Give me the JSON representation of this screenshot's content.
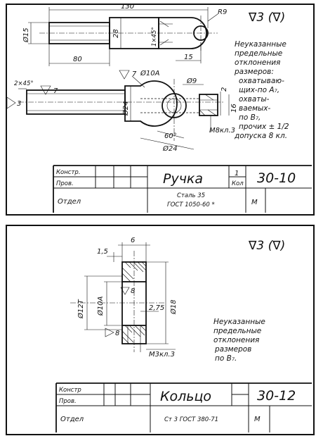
{
  "sheet1": {
    "roughness": "∇3 (∇)",
    "dims": {
      "len130": "130",
      "r9": "R9",
      "d15": "Ø15",
      "w28": "28",
      "chamfer1": "1×45°",
      "len80": "80",
      "len15": "15",
      "d10a": "Ø10А",
      "sym7a": "7",
      "chamfer2": "2×45°",
      "rough3": "3",
      "sym7b": "7",
      "d9": "Ø9",
      "w2": "2",
      "h16": "16",
      "d24a": "Ø24",
      "ang60": "60°",
      "thread": "М8кл.3",
      "d24b": "Ø24"
    },
    "note": [
      "Неуказанные",
      "предельные",
      "отклонения",
      "размеров:",
      "охватываю-",
      "щих-по А₇,",
      "охваты-",
      "ваемых-",
      "по В₇,",
      "прочих ± 1/2",
      "допуска 8 кл."
    ],
    "stamp": {
      "konstr": "Констр.",
      "prov": "Пров.",
      "otdel": "Отдел",
      "name": "Ручка",
      "qty": "1",
      "qty_label": "Кол",
      "number": "30-10",
      "material1": "Сталь 35",
      "material2": "ГОСТ 1050-60 *",
      "m": "М"
    }
  },
  "sheet2": {
    "roughness": "∇3 (∇)",
    "dims": {
      "w6": "6",
      "w15": "1,5",
      "d127": "Ø12Т",
      "d10a": "Ø10А",
      "sym8a": "8",
      "w275": "2,75",
      "d18": "Ø18",
      "sym8b": "8",
      "thread": "М3кл.3"
    },
    "note": [
      "Неуказанные",
      "предельные",
      "отклонения",
      "размеров",
      "по В₇."
    ],
    "stamp": {
      "konstr": "Констр",
      "prov": "Пров.",
      "otdel": "Отдел",
      "name": "Кольцо",
      "number": "30-12",
      "material": "Ст 3 ГОСТ 380-71",
      "m": "М"
    }
  }
}
